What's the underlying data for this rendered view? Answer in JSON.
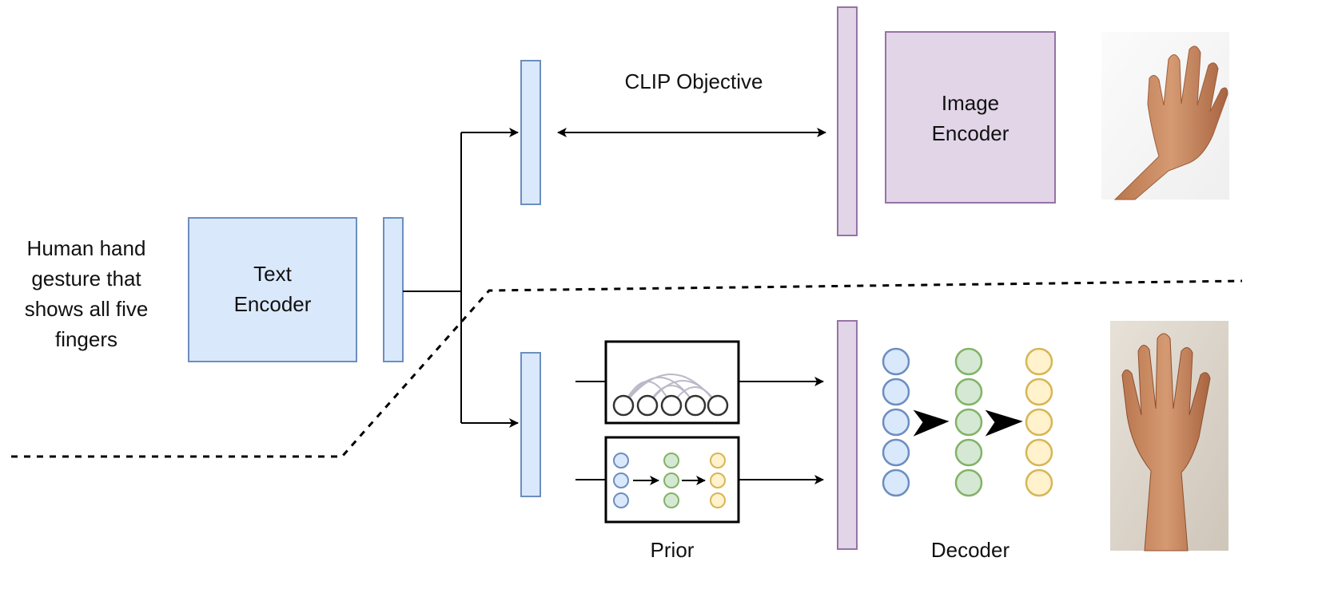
{
  "caption": {
    "line1": "Human hand",
    "line2": "gesture that",
    "line3": "shows all five",
    "line4": "fingers"
  },
  "text_encoder": {
    "line1": "Text",
    "line2": "Encoder"
  },
  "image_encoder": {
    "line1": "Image",
    "line2": "Encoder"
  },
  "clip_objective_label": "CLIP Objective",
  "prior_label": "Prior",
  "decoder_label": "Decoder",
  "colors": {
    "blue_fill": "#dae8fc",
    "blue_stroke": "#6c8ebf",
    "purple_fill": "#e1d5e7",
    "purple_stroke": "#9673a6",
    "green_fill": "#d5e8d4",
    "green_stroke": "#82b366",
    "yellow_fill": "#fff2cc",
    "yellow_stroke": "#d6b656",
    "skin": "#c98f68"
  },
  "icons": {
    "top_photo": "raised-hand-photo-icon",
    "bottom_photo": "generated-hand-photo-icon",
    "prior_transformer": "autoregressive-transformer-icon",
    "prior_diffusion": "diffusion-network-icon",
    "decoder_network": "decoder-network-icon"
  }
}
